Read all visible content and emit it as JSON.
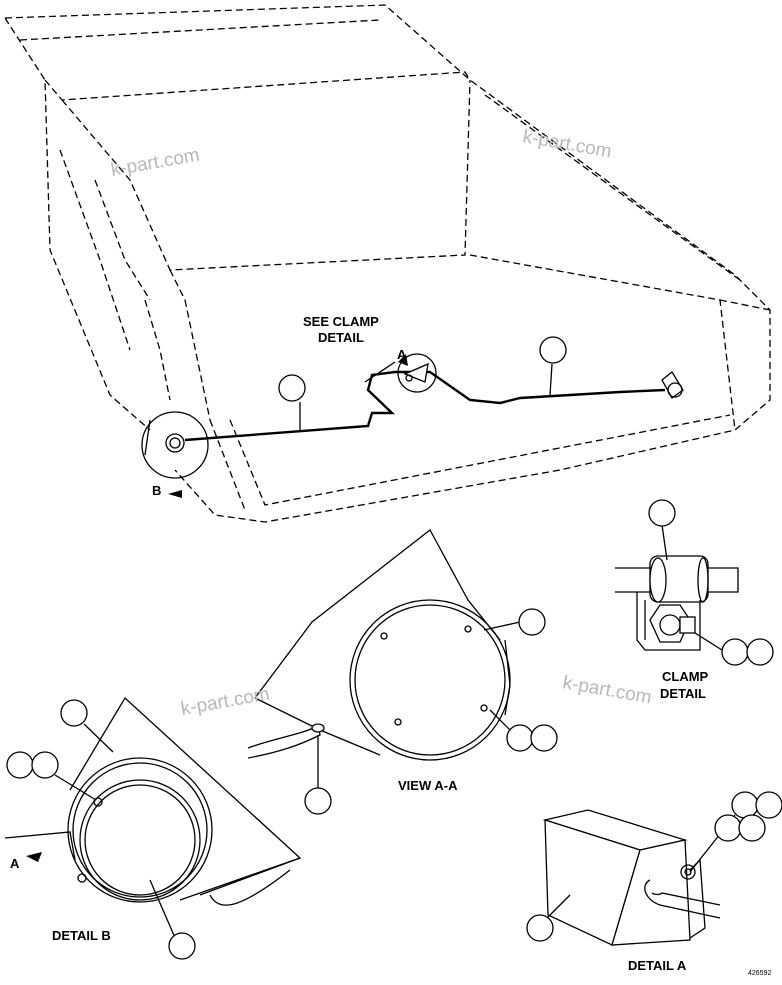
{
  "labels": {
    "see_clamp_detail": [
      "SEE CLAMP",
      "DETAIL"
    ],
    "clamp_detail": [
      "CLAMP",
      "DETAIL"
    ],
    "view_aa": "VIEW A-A",
    "detail_b": "DETAIL B",
    "detail_a": "DETAIL A",
    "arrow_a": "A",
    "arrow_b": "B",
    "arrow_a_detail": "A",
    "drawing_number": "426592"
  },
  "watermark": "k-part.com"
}
